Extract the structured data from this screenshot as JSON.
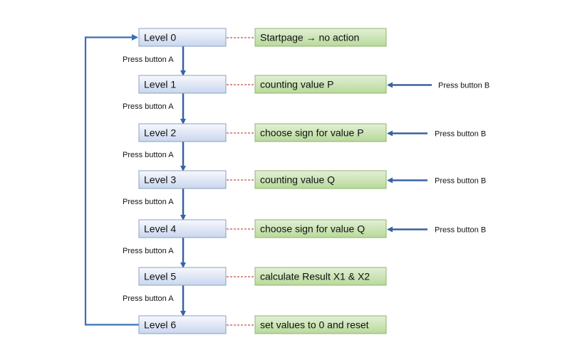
{
  "levels": [
    {
      "label": "Level 0",
      "action": "Startpage → no action"
    },
    {
      "label": "Level 1",
      "action": "counting value P"
    },
    {
      "label": "Level 2",
      "action": "choose sign for value P"
    },
    {
      "label": "Level 3",
      "action": "counting value Q"
    },
    {
      "label": "Level 4",
      "action": "choose sign for value Q"
    },
    {
      "label": "Level 5",
      "action": "calculate Result X1 & X2"
    },
    {
      "label": "Level 6",
      "action": "set values to 0 and reset"
    }
  ],
  "transitions": [
    {
      "label": "Press button A"
    },
    {
      "label": "Press button A"
    },
    {
      "label": "Press button A"
    },
    {
      "label": "Press button A"
    },
    {
      "label": "Press button A"
    },
    {
      "label": "Press button A"
    }
  ],
  "side_inputs": [
    {
      "level": 1,
      "label": "Press button B"
    },
    {
      "level": 2,
      "label": "Press button B"
    },
    {
      "level": 3,
      "label": "Press button B"
    },
    {
      "level": 4,
      "label": "Press button B"
    }
  ],
  "colors": {
    "level_fill_top": "#f7f9fd",
    "level_fill_bottom": "#c9d6ee",
    "level_border": "#8aa0c4",
    "action_fill_top": "#e2f0d6",
    "action_fill_bottom": "#b8d99a",
    "action_border": "#8fb56e",
    "arrow": "#3a62a0",
    "dashed_connector": "#c0504d",
    "loop_line": "#3a6fb5"
  }
}
